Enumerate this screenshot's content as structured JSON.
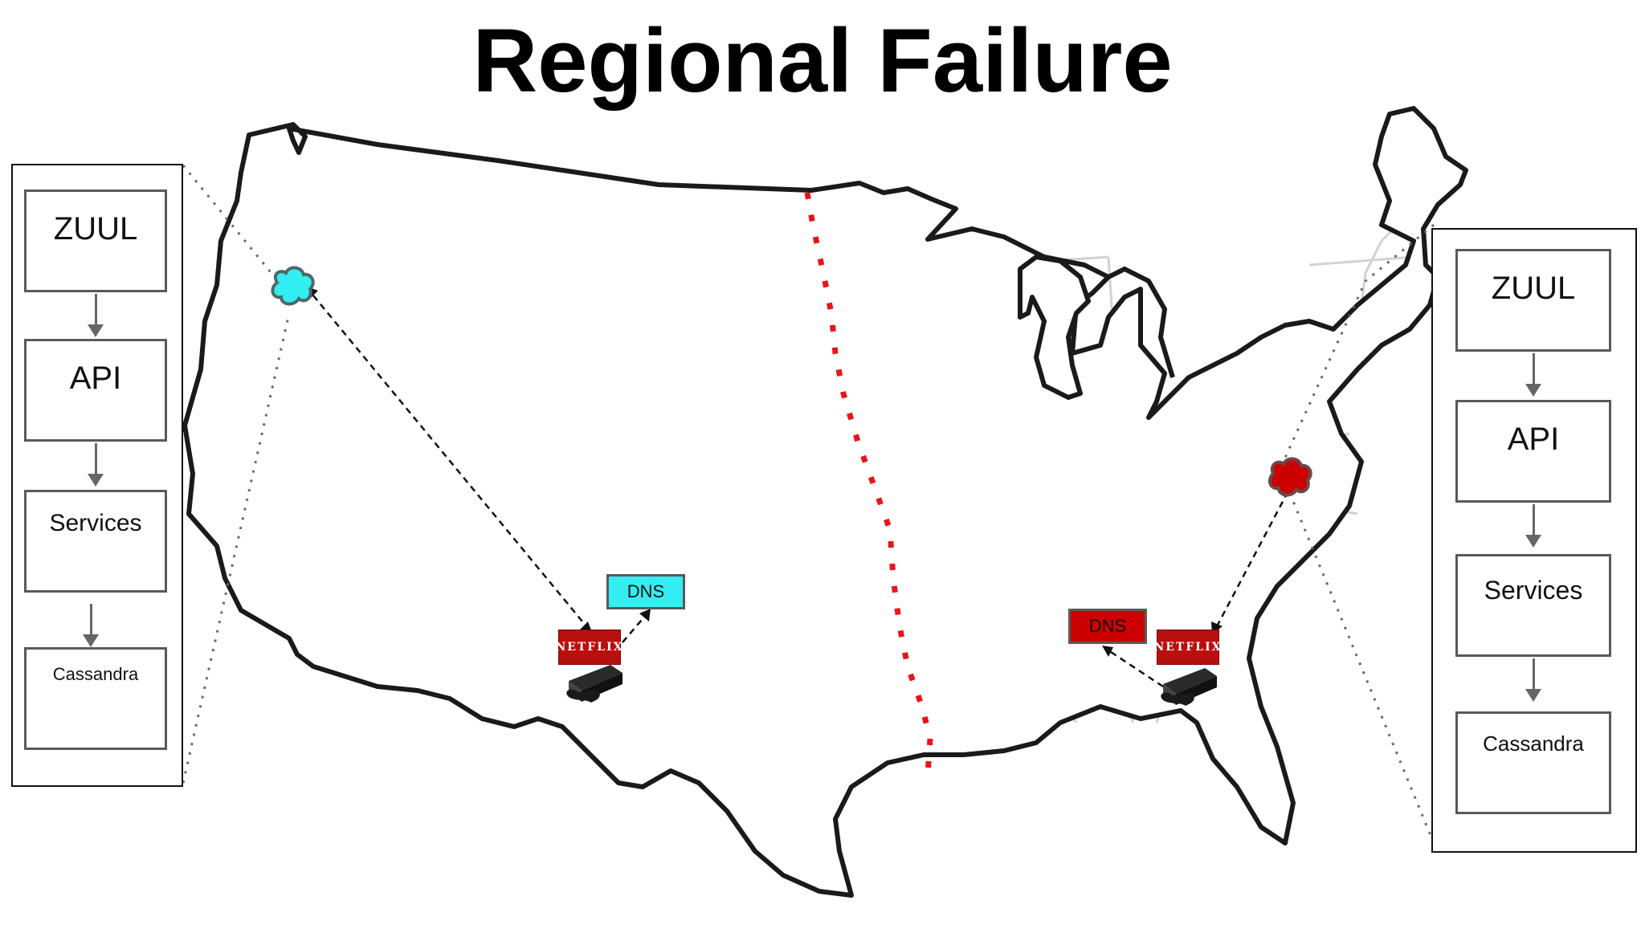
{
  "title": "Regional Failure",
  "colors": {
    "healthy_region": "#33eef0",
    "failed_region": "#cc0000",
    "failover_line": "#e8141a",
    "netflix_red": "#b8100e"
  },
  "west_stack": {
    "items": [
      "ZUUL",
      "API",
      "Services",
      "Cassandra"
    ]
  },
  "east_stack": {
    "items": [
      "ZUUL",
      "API",
      "Services",
      "Cassandra"
    ]
  },
  "west_client": {
    "dns_label": "DNS",
    "logo_text": "NETFLIX",
    "device_icon": "game-console-icon"
  },
  "east_client": {
    "dns_label": "DNS",
    "logo_text": "NETFLIX",
    "device_icon": "game-console-icon"
  },
  "regions": {
    "west": {
      "icon": "cloud-icon",
      "status": "healthy"
    },
    "east": {
      "icon": "cloud-icon",
      "status": "failed"
    }
  }
}
